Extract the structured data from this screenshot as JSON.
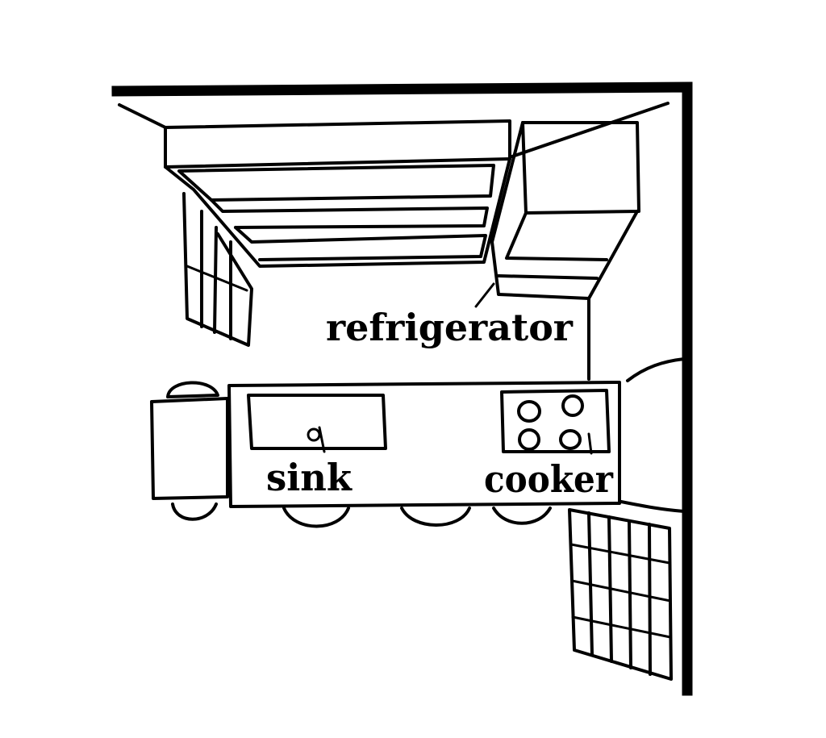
{
  "labels": {
    "refrigerator": "refrigerator",
    "sink": "sink",
    "cooker": "cooker"
  },
  "colors": {
    "ink": "#000000",
    "background": "#ffffff"
  }
}
